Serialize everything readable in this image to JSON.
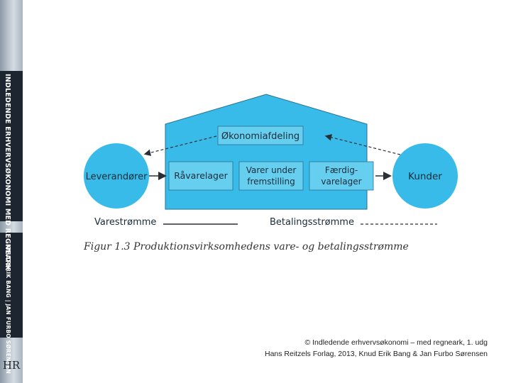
{
  "spine": {
    "title": "INDLEDENDE ERHVERVSØKONOMI MED REGNEARK",
    "authors": "KNUD ERIK BANG | JAN FURBO SØRENSEN",
    "logo": "HR"
  },
  "figure": {
    "nodes": {
      "leverandorer": "Leverandører",
      "kunder": "Kunder",
      "okonomi": "Økonomiafdeling",
      "raavarelager": "Råvarelager",
      "varer_line1": "Varer under",
      "varer_line2": "fremstilling",
      "faerdig_line1": "Færdig-",
      "faerdig_line2": "varelager"
    },
    "legend": {
      "varestromme": "Varestrømme",
      "betalingsstromme": "Betalingsstrømme"
    },
    "caption": "Figur 1.3 Produktionsvirksomhedens vare- og betalingsstrømme",
    "colors": {
      "circle": "#38bbe8",
      "building": "#38bbe8",
      "box": "#66cff0",
      "text": "#1a2c3a"
    }
  },
  "footer": {
    "line1": "© Indledende erhvervsøkonomi – med regneark, 1. udg",
    "line2": "Hans Reitzels Forlag, 2013, Knud Erik Bang & Jan Furbo Sørensen"
  }
}
